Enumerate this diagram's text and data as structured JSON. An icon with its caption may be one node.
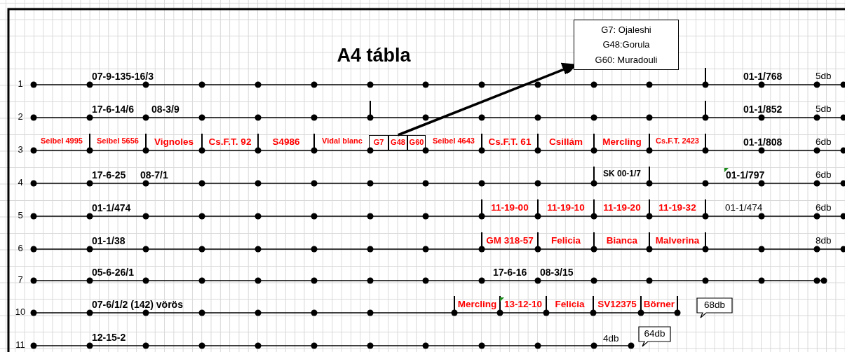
{
  "diagram": {
    "title": "A4 tábla",
    "nodes": [
      {
        "text": [
          "G7: Ojaleshi",
          "G48:Gorula",
          "G60: Muradouli"
        ]
      },
      {
        "text": [
          "G7"
        ]
      },
      {
        "text": [
          "G48"
        ]
      },
      {
        "text": [
          "G60"
        ]
      },
      {
        "text": [
          "68db"
        ]
      },
      {
        "text": [
          "64db"
        ]
      }
    ],
    "edges": [
      {
        "from": 2,
        "to": 0,
        "arrow": "to"
      }
    ],
    "labels": [
      "1",
      "07-9-135-16/3",
      "01-1/768",
      "5db",
      "2",
      "17-6-14/6",
      "08-3/9",
      "01-1/852",
      "5db",
      "3",
      "Seibel 4995",
      "Seibel 5656",
      "Vignoles",
      "Cs.F.T. 92",
      "S4986",
      "Vidal blanc",
      "Seibel 4643",
      "Cs.F.T. 61",
      "Csillám",
      "Mercling",
      "Cs.F.T. 2423",
      "01-1/808",
      "6db",
      "4",
      "17-6-25",
      "08-7/1",
      "SK 00-1/7",
      "01-1/797",
      "6db",
      "5",
      "01-1/474",
      "11-19-00",
      "11-19-10",
      "11-19-20",
      "11-19-32",
      "01-1/474",
      "6db",
      "6",
      "01-1/38",
      "GM 318-57",
      "Felicia",
      "Bianca",
      "Malverina",
      "8db",
      "7",
      "05-6-26/1",
      "17-6-16",
      "08-3/15",
      "10",
      "07-6/1/2 (142) vörös",
      "Mercling",
      "13-12-10",
      "Felicia",
      "SV12375",
      "Börner",
      "11",
      "12-15-2",
      "4db"
    ]
  }
}
